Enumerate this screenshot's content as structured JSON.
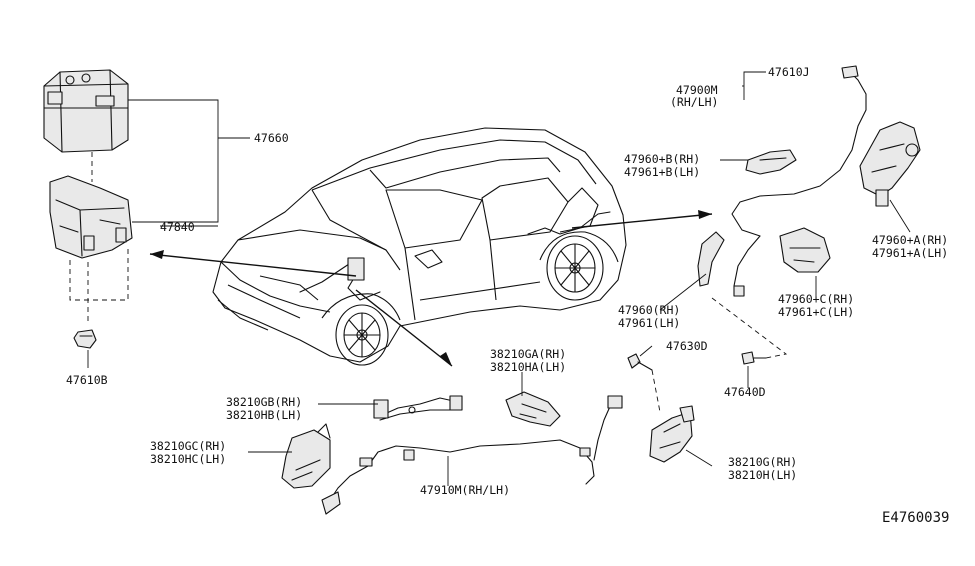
{
  "diagram_id": "E4760039",
  "labels": {
    "p47660": "47660",
    "p47840": "47840",
    "p47610b": "47610B",
    "p47610j": "47610J",
    "p47900m": "47900M",
    "p47900m_side": "(RH/LH)",
    "p47960b_rh": "47960+B(RH)",
    "p47961b_lh": "47961+B(LH)",
    "p47960a_rh": "47960+A(RH)",
    "p47961a_lh": "47961+A(LH)",
    "p47960_rh": "47960(RH)",
    "p47961_lh": "47961(LH)",
    "p47960c_rh": "47960+C(RH)",
    "p47961c_lh": "47961+C(LH)",
    "p47630d": "47630D",
    "p47640d": "47640D",
    "p38210ga_rh": "38210GA(RH)",
    "p38210ha_lh": "38210HA(LH)",
    "p38210gb_rh": "38210GB(RH)",
    "p38210hb_lh": "38210HB(LH)",
    "p38210gc_rh": "38210GC(RH)",
    "p38210hc_lh": "38210HC(LH)",
    "p47910m": "47910M(RH/LH)",
    "p38210g_rh": "38210G(RH)",
    "p38210h_lh": "38210H(LH)"
  },
  "colors": {
    "ink": "#111111",
    "paper": "#ffffff",
    "fill": "#e9e9e9"
  }
}
